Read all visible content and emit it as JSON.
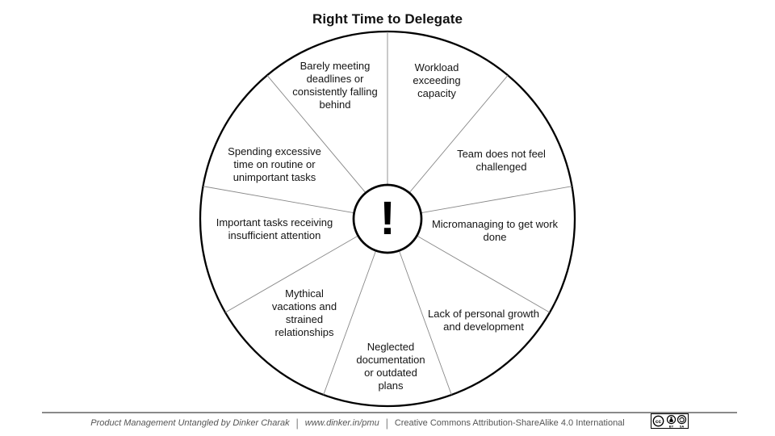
{
  "title": "Right Time to Delegate",
  "wheel": {
    "center_symbol": "!",
    "segments": [
      {
        "label": "Workload\nexceeding\ncapacity"
      },
      {
        "label": "Team does not feel\nchallenged"
      },
      {
        "label": "Micromanaging to get work\ndone"
      },
      {
        "label": "Lack of personal growth\nand development"
      },
      {
        "label": "Neglected\ndocumentation\nor outdated\nplans"
      },
      {
        "label": "Mythical\nvacations and\nstrained\nrelationships"
      },
      {
        "label": "Important tasks receiving\ninsufficient attention"
      },
      {
        "label": "Spending excessive\ntime on routine or\nunimportant tasks"
      },
      {
        "label": "Barely meeting\ndeadlines or\nconsistently falling\nbehind"
      }
    ]
  },
  "footer": {
    "credit": "Product Management Untangled by Dinker Charak",
    "url": "www.dinker.in/pmu",
    "license": "Creative Commons Attribution-ShareAlike 4.0 International",
    "separator": "|",
    "badge": {
      "cc": "cc",
      "by": "BY",
      "sa": "SA"
    }
  },
  "colors": {
    "background": "#ffffff",
    "outline": "#000000",
    "spoke": "#888888",
    "text": "#141414",
    "footer_text": "#555555",
    "footer_rule": "#8a8a8a"
  }
}
